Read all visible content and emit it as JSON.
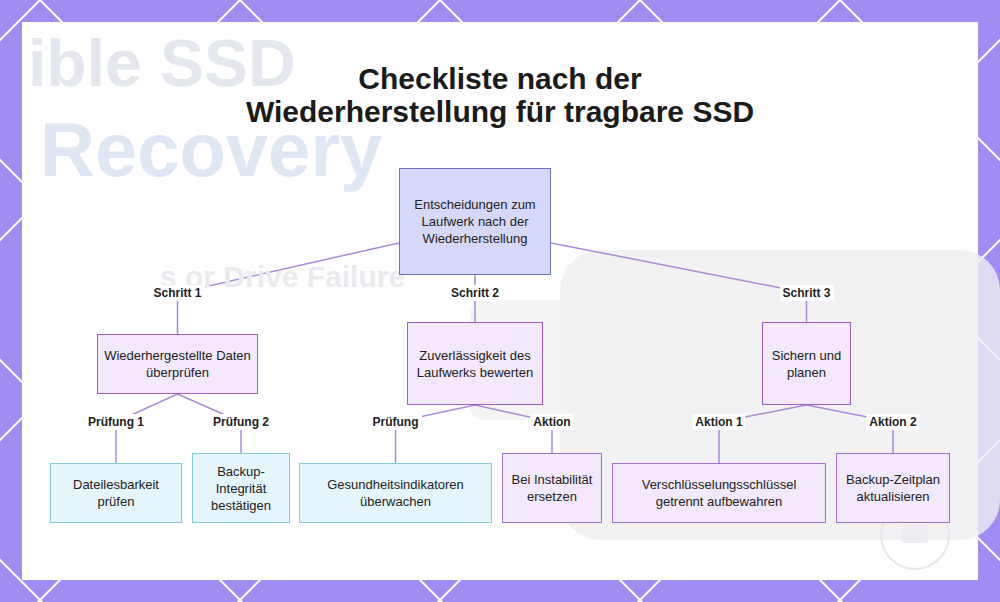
{
  "diagram": {
    "title": "Checkliste nach der Wiederherstellung für tragbare SSD",
    "nodes": [
      {
        "text": [
          "Entscheidungen zum Laufwerk nach der Wiederherstellung"
        ]
      },
      {
        "text": [
          "Wiederhergestellte Daten überprüfen"
        ]
      },
      {
        "text": [
          "Zuverlässigkeit des Laufwerks bewerten"
        ]
      },
      {
        "text": [
          "Sichern und planen"
        ]
      },
      {
        "text": [
          "Dateilesbarkeit prüfen"
        ]
      },
      {
        "text": [
          "Backup-Integrität bestätigen"
        ]
      },
      {
        "text": [
          "Gesundheitsindikatoren überwachen"
        ]
      },
      {
        "text": [
          "Bei Instabilität ersetzen"
        ]
      },
      {
        "text": [
          "Verschlüsselungsschlüssel getrennt aufbewahren"
        ]
      },
      {
        "text": [
          "Backup-Zeitplan aktualisieren"
        ]
      }
    ],
    "edges": [
      {
        "from": 0,
        "to": 1,
        "label": "Schritt 1",
        "arrow": "none"
      },
      {
        "from": 0,
        "to": 2,
        "label": "Schritt 2",
        "arrow": "none"
      },
      {
        "from": 0,
        "to": 3,
        "label": "Schritt 3",
        "arrow": "none"
      },
      {
        "from": 1,
        "to": 4,
        "label": "Prüfung 1",
        "arrow": "none"
      },
      {
        "from": 1,
        "to": 5,
        "label": "Prüfung 2",
        "arrow": "none"
      },
      {
        "from": 2,
        "to": 6,
        "label": "Prüfung",
        "arrow": "none"
      },
      {
        "from": 2,
        "to": 7,
        "label": "Aktion",
        "arrow": "none"
      },
      {
        "from": 3,
        "to": 8,
        "label": "Aktion 1",
        "arrow": "none"
      },
      {
        "from": 3,
        "to": 9,
        "label": "Aktion 2",
        "arrow": "none"
      }
    ],
    "labels": [
      "ible SSD",
      "Recovery",
      "s or Drive Failure"
    ]
  }
}
